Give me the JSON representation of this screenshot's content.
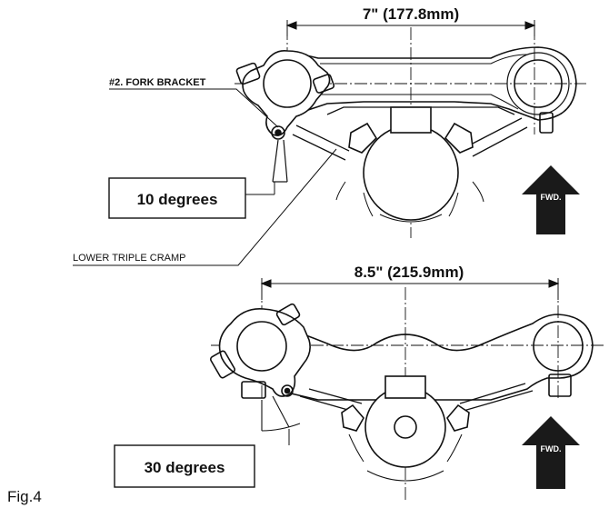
{
  "figure": {
    "label": "Fig.4",
    "top": {
      "dimension": "7\" (177.8mm)",
      "fork_bracket_label": "#2. FORK BRACKET",
      "angle_label": "10 degrees",
      "fwd_label": "FWD."
    },
    "lower_triple_label": "LOWER TRIPLE CRAMP",
    "bottom": {
      "dimension": "8.5\" (215.9mm)",
      "angle_label": "30 degrees",
      "fwd_label": "FWD."
    }
  },
  "colors": {
    "ink": "#111111",
    "arrow": "#1a1a1a",
    "background": "#ffffff"
  }
}
